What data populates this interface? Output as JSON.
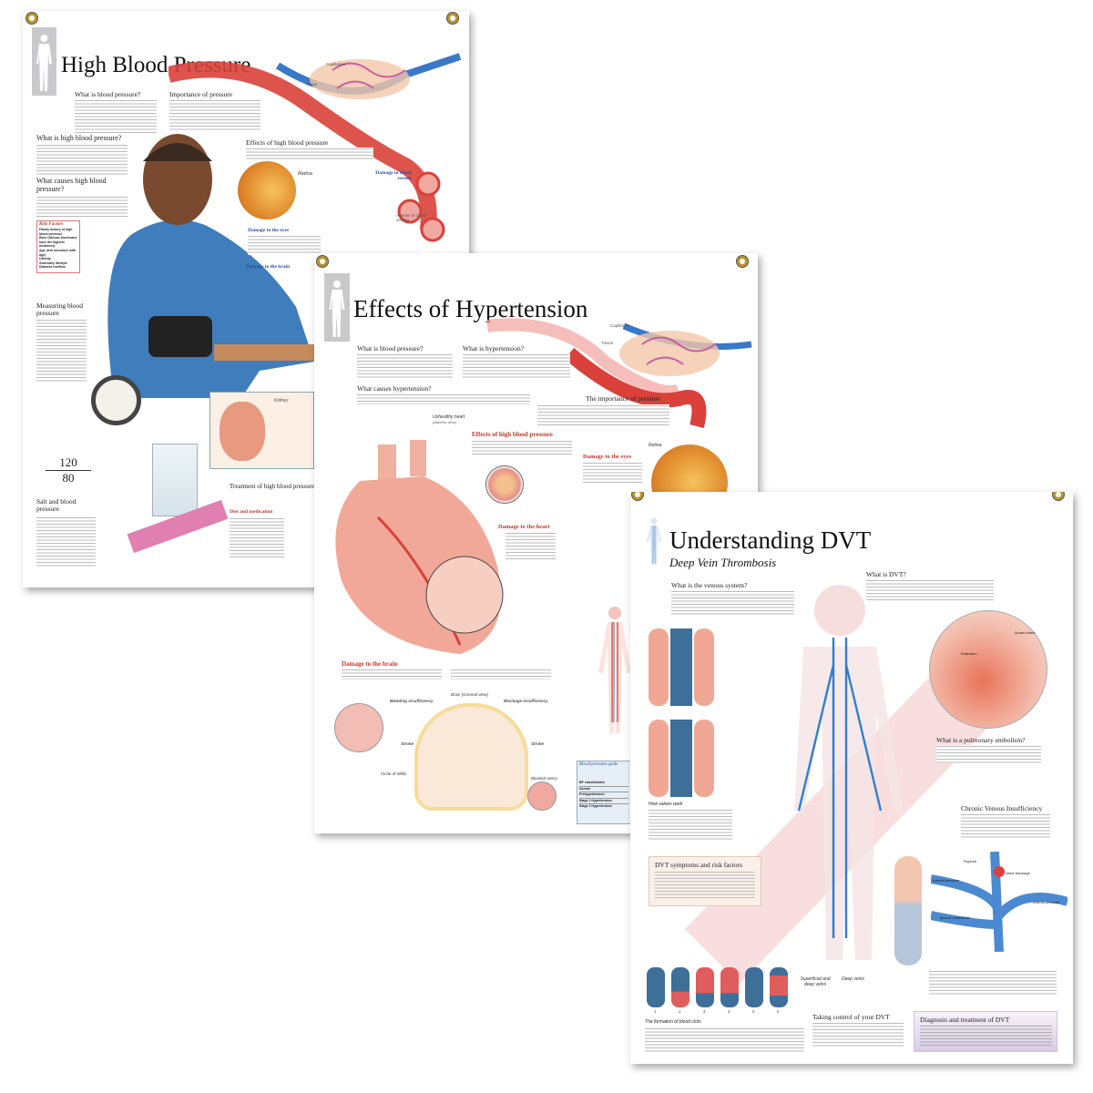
{
  "posters": [
    {
      "title": "High Blood Pressure",
      "headings": {
        "what_is_bp": "What is blood pressure?",
        "importance": "Importance of pressure",
        "what_is_high": "What is high blood pressure?",
        "causes": "What causes high blood pressure?",
        "effects": "Effects of high blood pressure",
        "retina": "Retina",
        "vessels": "Damage to blood vessels",
        "eyes": "Damage to the eyes",
        "brain": "Damage to the brain",
        "measuring": "Measuring blood pressure",
        "salt": "Salt and blood pressure",
        "treatment": "Treatment of high blood pressure",
        "diet": "Diet and medication",
        "kidney": "Kidney",
        "arteries": "Arteries in cross-section",
        "capillaries": "Capillaries",
        "tissue": "Tissue"
      },
      "risk_factors": {
        "title": "Risk Factors",
        "items": [
          "Family history of high blood pressure",
          "Race (African Americans have the highest incidence)",
          "Age (risk increases with age)",
          "Obesity",
          "Sedentary lifestyle",
          "Diabetes mellitus"
        ]
      },
      "reading": {
        "systolic": "120",
        "diastolic": "80"
      }
    },
    {
      "title": "Effects of Hypertension",
      "headings": {
        "what_is_bp": "What is blood pressure?",
        "what_is_ht": "What is hypertension?",
        "causes": "What causes hypertension?",
        "importance": "The importance of pressure",
        "heart_view": "Unhealthy heart",
        "heart_view_sub": "(Anterior view)",
        "effects": "Effects of high blood pressure",
        "eyes": "Damage to the eyes",
        "retina": "Retina",
        "heart": "Damage to the heart",
        "brain": "Damage to the brain",
        "brain_view": "Brain (Coronal view)",
        "bleeding": "Bleeding insufficiency",
        "blockage": "Blockage insufficiency",
        "stroke": "Stroke",
        "willis": "Circle of Willis",
        "blocked": "Blocked artery",
        "capillaries": "Capillaries",
        "tissue": "Tissue"
      },
      "guide": {
        "title": "Blood pressure guide",
        "rows": [
          "BP classification",
          "Normal",
          "Prehypertension",
          "Stage 1 Hypertension",
          "Stage 2 Hypertension"
        ]
      }
    },
    {
      "title": "Understanding DVT",
      "subtitle": "Deep Vein Thrombosis",
      "headings": {
        "venous": "What is the venous system?",
        "dvt": "What is DVT?",
        "valves": "How valves work",
        "pe": "What is a pulmonary embolism?",
        "cvi": "Chronic Venous Insufficiency",
        "symptoms": "DVT symptoms and risk factors",
        "veins_a": "Superficial and deep veins",
        "veins_b": "Deep veins",
        "clots": "The formation of blood clots",
        "control": "Taking control of your DVT",
        "diagnosis": "Diagnosis and treatment of DVT"
      },
      "labels": {
        "infarct": "Acute infarct",
        "embolism": "Embolism",
        "rupture": "Rupture",
        "valve_blockage": "Valve blockage",
        "arterial": "Arterial pressure",
        "muscle": "Muscle contraction"
      },
      "clot_steps": [
        "1",
        "2",
        "3",
        "4",
        "5",
        "6"
      ]
    }
  ],
  "colors": {
    "artery": "#d9413a",
    "vein": "#2f7fd0",
    "grommet": "#b8952a",
    "heading_red": "#c0392b"
  }
}
